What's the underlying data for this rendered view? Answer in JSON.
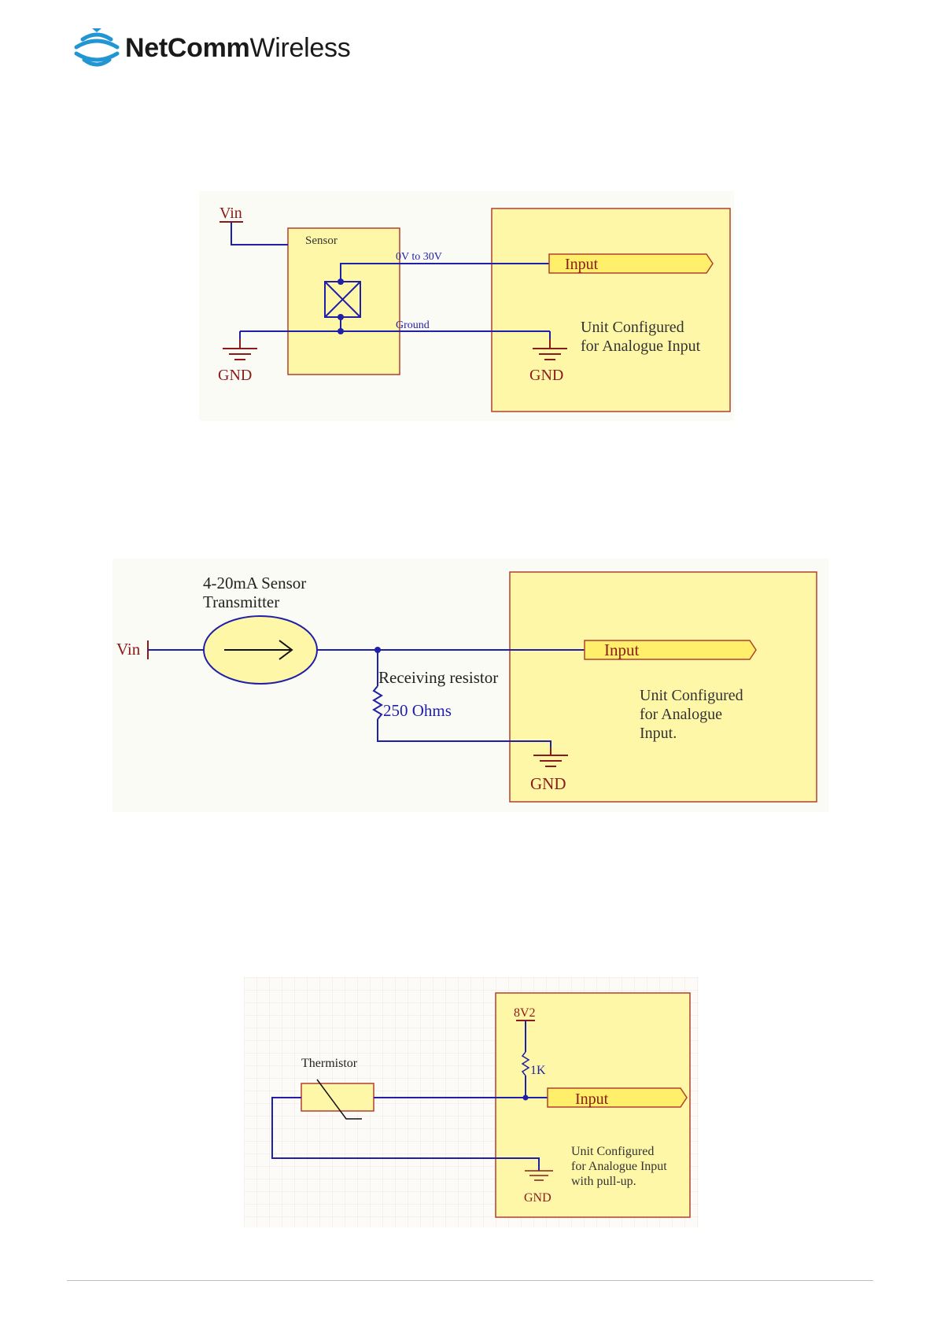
{
  "brand": {
    "name_bold": "NetComm",
    "name_regular": "Wireless",
    "icon": "wifi-arc-logo-icon",
    "color": "#2196d3"
  },
  "colors": {
    "wire": "#1f1fa8",
    "text_red": "#8b1a1a",
    "box_fill": "#fff7a8",
    "box_border": "#b04030",
    "port_fill": "#ffef6a"
  },
  "diagram1": {
    "vin": "Vin",
    "sensor": "Sensor",
    "signal": "0V to 30V",
    "ground": "Ground",
    "input": "Input",
    "unit_line1": "Unit Configured",
    "unit_line2": "for Analogue Input",
    "gnd_left": "GND",
    "gnd_right": "GND"
  },
  "diagram2": {
    "title_line1": "4-20mA Sensor",
    "title_line2": "Transmitter",
    "vin": "Vin",
    "resistor_label": "Receiving resistor",
    "resistor_value": "250 Ohms",
    "input": "Input",
    "unit_line1": "Unit Configured",
    "unit_line2": "for Analogue",
    "unit_line3": "Input.",
    "gnd": "GND"
  },
  "diagram3": {
    "thermistor": "Thermistor",
    "supply": "8V2",
    "pullup": "1K",
    "input": "Input",
    "unit_line1": "Unit Configured",
    "unit_line2": "for Analogue Input",
    "unit_line3": "with pull-up.",
    "gnd": "GND"
  }
}
